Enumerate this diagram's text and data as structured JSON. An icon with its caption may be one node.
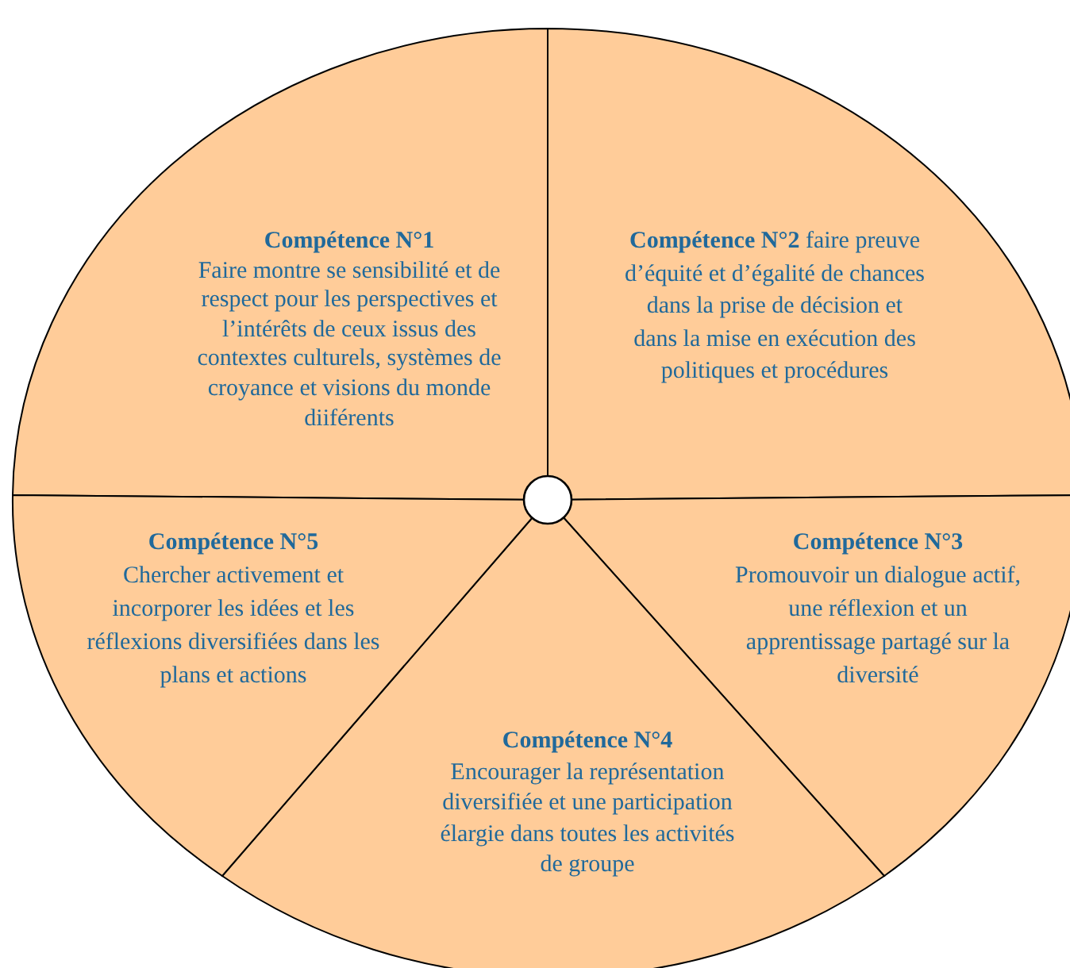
{
  "diagram": {
    "nodes": [
      {
        "text": [
          "Compétence N°1",
          "Faire montre se sensibilité et de respect pour les perspectives et l’intérêts de ceux issus des contextes culturels, systèmes de croyance et visions du monde diiférents"
        ]
      },
      {
        "text": [
          "**Compétence N°2** faire preuve d’équité et d’égalité de chances dans la prise de décision et dans la mise en exécution des politiques et procédures"
        ]
      },
      {
        "text": [
          "Compétence N°3",
          "Promouvoir un dialogue actif, une réflexion  et un apprentissage partagé sur la diversité"
        ]
      },
      {
        "text": [
          "Compétence N°4",
          "Encourager la représentation diversifiée et une participation élargie dans toutes les activités de groupe"
        ]
      },
      {
        "text": [
          "Compétence N°5",
          "Chercher activement et incorporer les idées et les réflexions diversifiées dans les plans et actions"
        ]
      },
      {
        "text": [],
        "shape": "circle"
      }
    ]
  }
}
